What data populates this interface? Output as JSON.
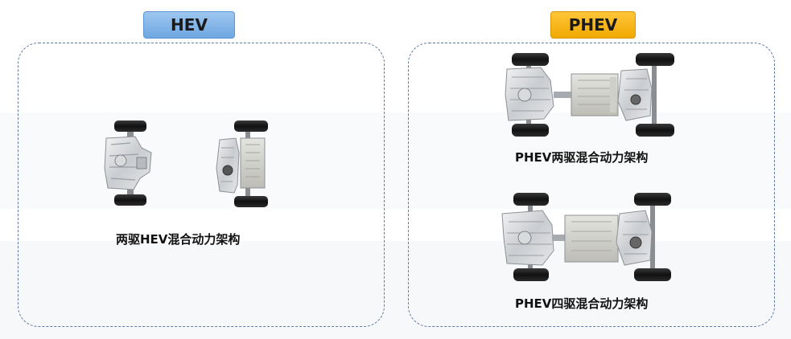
{
  "hev": {
    "badge": "HEV",
    "caption": "两驱HEV混合动力架构",
    "accent": "#7cb2e8"
  },
  "phev": {
    "badge": "PHEV",
    "caption_2wd": "PHEV两驱混合动力架构",
    "caption_4wd": "PHEV四驱混合动力架构",
    "accent": "#f5b311"
  },
  "icons": [
    "engine-module-icon",
    "battery-pack-icon",
    "axle-module-icon",
    "wheel-icon"
  ]
}
